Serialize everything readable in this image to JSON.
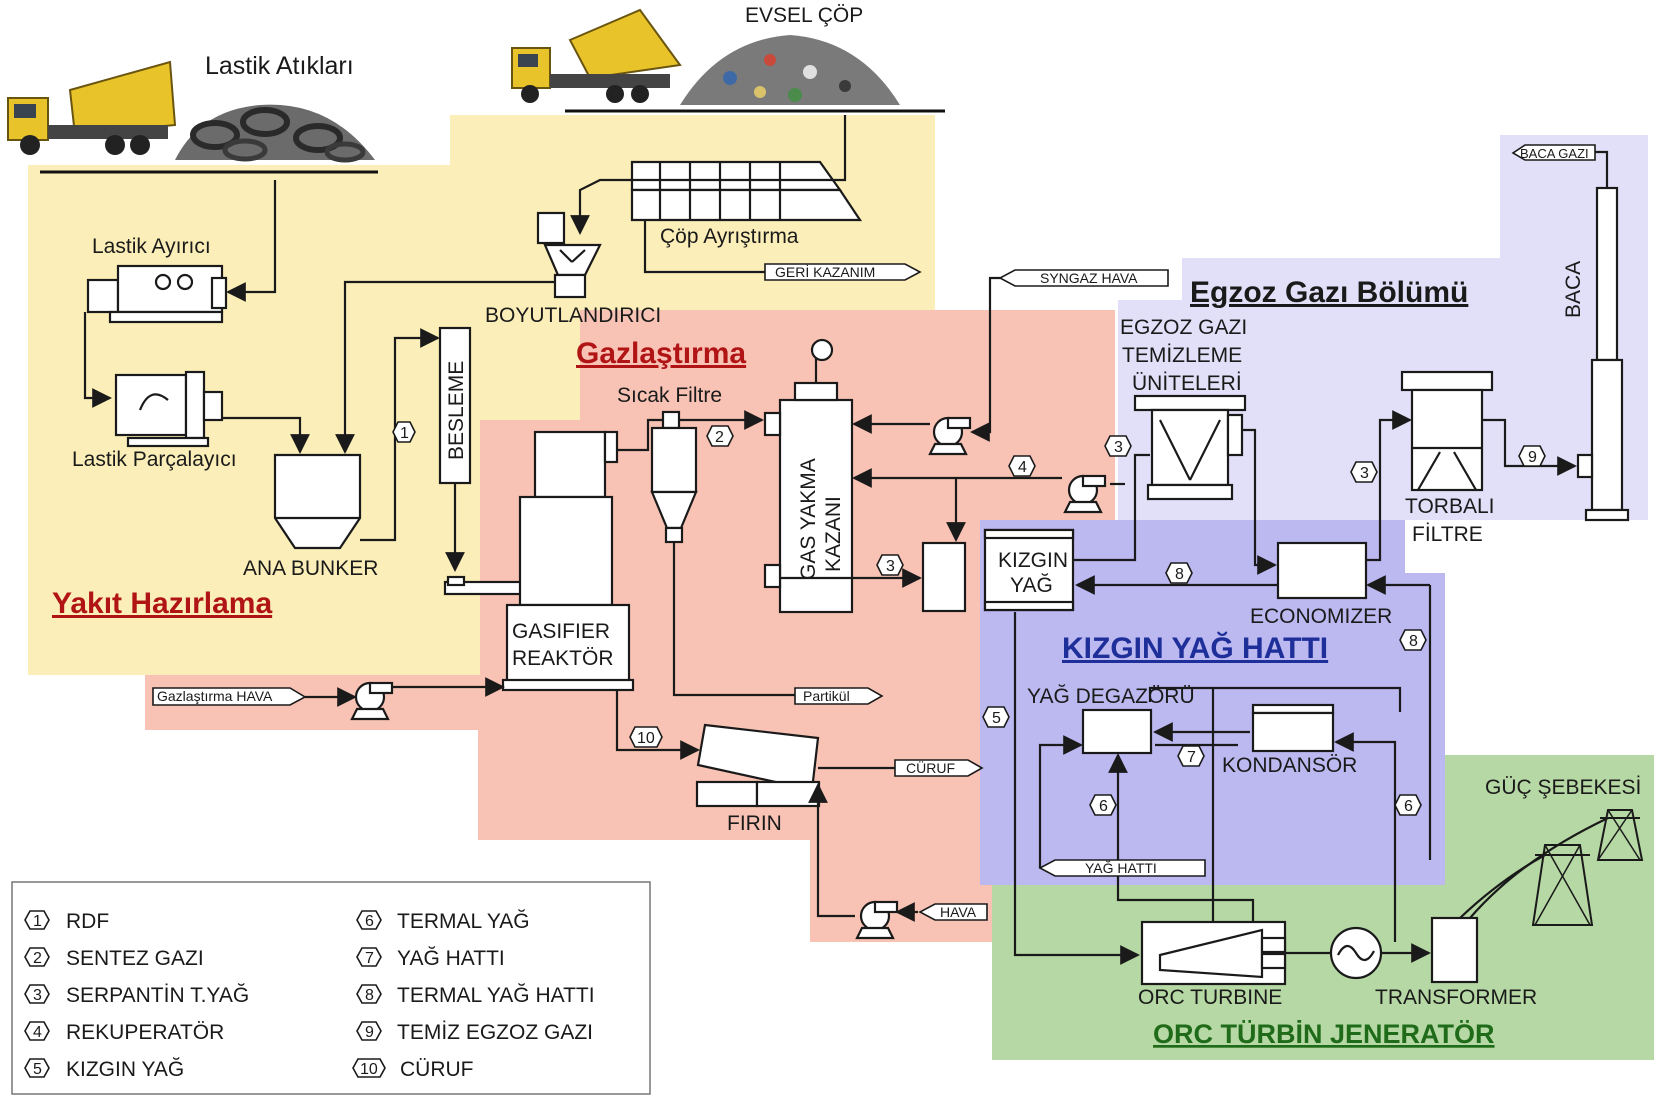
{
  "colors": {
    "fuel_prep": "#fbeeb8",
    "gasification": "#f8c3b4",
    "exhaust": "#e2e0f8",
    "hot_oil": "#bcb8f0",
    "orc": "#b6d8a4",
    "title_red": "#b01414",
    "title_blue": "#1e2f9a",
    "title_green": "#1f6b1a"
  },
  "sections": {
    "fuel_prep": "Yakıt Hazırlama",
    "gasification": "Gazlaştırma",
    "exhaust": "Egzoz Gazı Bölümü",
    "hot_oil": "KIZGIN YAĞ HATTI",
    "orc": "ORC TÜRBİN JENERATÖR"
  },
  "sources": {
    "tires": "Lastik Atıkları",
    "msw": "EVSEL ÇÖP"
  },
  "equipment": {
    "tire_separator": "Lastik Ayırıcı",
    "tire_shredder": "Lastik Parçalayıcı",
    "waste_sorting": "Çöp Ayrıştırma",
    "sizer": "BOYUTLANDIRICI",
    "main_bunker": "ANA BUNKER",
    "feeding": "BESLEME",
    "hot_filter": "Sıcak Filtre",
    "gasifier_1": "GASIFIER",
    "gasifier_2": "REAKTÖR",
    "gas_boiler_1": "GAS YAKMA",
    "gas_boiler_2": "KAZANI",
    "furnace": "FIRIN",
    "cleaning_1": "EGZOZ GAZI",
    "cleaning_2": "TEMİZLEME",
    "cleaning_3": "ÜNİTELERİ",
    "bag_filter_1": "TORBALI",
    "bag_filter_2": "FİLTRE",
    "stack": "BACA",
    "hot_oil_1": "KIZGIN",
    "hot_oil_2": "YAĞ",
    "economizer": "ECONOMIZER",
    "degasser": "YAĞ DEGAZÖRÜ",
    "condenser": "KONDANSÖR",
    "orc_turbine": "ORC TURBINE",
    "transformer": "TRANSFORMER",
    "grid": "GÜÇ ŞEBEKESİ"
  },
  "tags": {
    "recovery": "GERİ KAZANIM",
    "syngas_air": "SYNGAZ HAVA",
    "flue_gas": "BACA GAZI",
    "gasification_air": "Gazlaştırma HAVA",
    "particulate": "Partikül",
    "slag": "CÜRUF",
    "air": "HAVA",
    "oil_line": "YAĞ HATTI"
  },
  "stream_numbers": [
    "1",
    "2",
    "3",
    "4",
    "5",
    "6",
    "7",
    "8",
    "9",
    "10"
  ],
  "legend": [
    {
      "num": "1",
      "label": "RDF"
    },
    {
      "num": "2",
      "label": "SENTEZ GAZI"
    },
    {
      "num": "3",
      "label": "SERPANTİN T.YAĞ"
    },
    {
      "num": "4",
      "label": "REKUPERATÖR"
    },
    {
      "num": "5",
      "label": "KIZGIN YAĞ"
    },
    {
      "num": "6",
      "label": "TERMAL YAĞ"
    },
    {
      "num": "7",
      "label": "YAĞ HATTI"
    },
    {
      "num": "8",
      "label": "TERMAL YAĞ HATTI"
    },
    {
      "num": "9",
      "label": "TEMİZ EGZOZ GAZI"
    },
    {
      "num": "10",
      "label": "CÜRUF"
    }
  ]
}
